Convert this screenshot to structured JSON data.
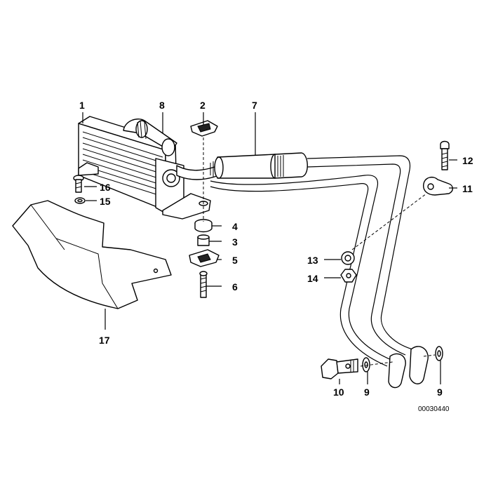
{
  "callouts": [
    {
      "id": "1",
      "text": "1"
    },
    {
      "id": "2",
      "text": "2"
    },
    {
      "id": "3",
      "text": "3"
    },
    {
      "id": "4",
      "text": "4"
    },
    {
      "id": "5",
      "text": "5"
    },
    {
      "id": "6",
      "text": "6"
    },
    {
      "id": "7",
      "text": "7"
    },
    {
      "id": "8",
      "text": "8"
    },
    {
      "id": "9a",
      "text": "9"
    },
    {
      "id": "9b",
      "text": "9"
    },
    {
      "id": "10",
      "text": "10"
    },
    {
      "id": "11",
      "text": "11"
    },
    {
      "id": "12",
      "text": "12"
    },
    {
      "id": "13",
      "text": "13"
    },
    {
      "id": "14",
      "text": "14"
    },
    {
      "id": "15",
      "text": "15"
    },
    {
      "id": "16",
      "text": "16"
    },
    {
      "id": "17",
      "text": "17"
    }
  ],
  "reference_number": "00030440"
}
